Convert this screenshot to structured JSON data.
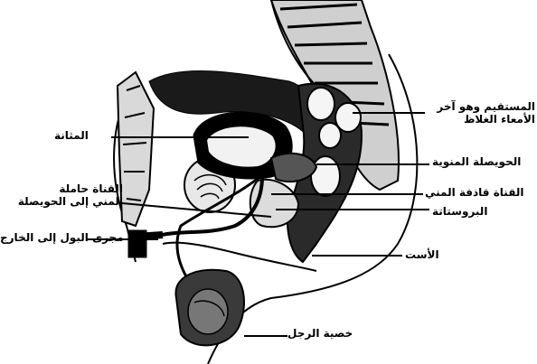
{
  "figure": {
    "ink_color": "#000000",
    "paper_color": "#ffffff",
    "labels": {
      "bladder": "المثانة",
      "rectum_line1": "المستقيم وهو آخر",
      "rectum_line2": "الأمعاء الغلاظ",
      "seminal_vesicles": "الحويصلة المنوية",
      "ejaculatory_duct": "القناة قاذفة المني",
      "prostate": "البروستاتة",
      "vas_deferens_line1": "القناة حاملة",
      "vas_deferens_line2": "المني إلى الحويصلة",
      "urethra": "مجرى البول إلى الخارج",
      "anus": "الأست",
      "testicle": "خصية الرجل"
    }
  }
}
